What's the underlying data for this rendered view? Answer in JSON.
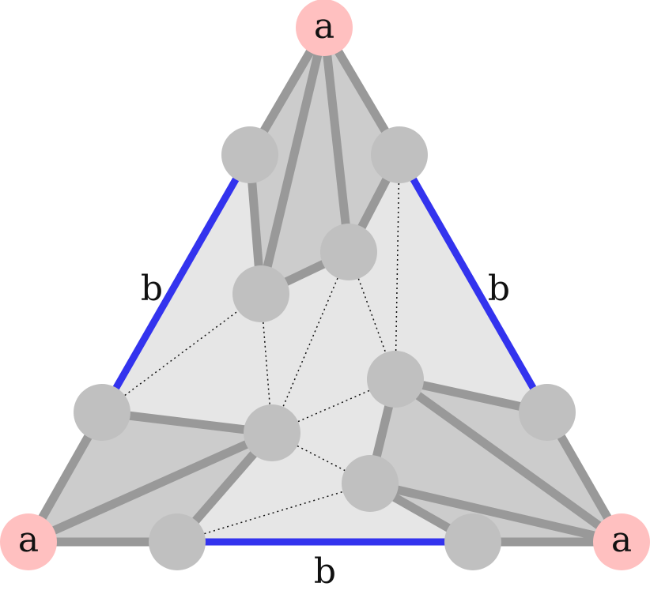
{
  "diagram": {
    "colors": {
      "outer_fill": "#e6e6e6",
      "region_fill": "#cccccc",
      "gray_edge": "#999999",
      "blue_edge": "#3333ee",
      "node_fill": "#c0c0c0",
      "terminal_fill": "#ffc0c0",
      "dotted_edge": "#111111",
      "label_color": "#111111"
    },
    "corner_labels": [
      "a",
      "a",
      "a"
    ],
    "side_labels": [
      "b",
      "b",
      "b"
    ]
  }
}
